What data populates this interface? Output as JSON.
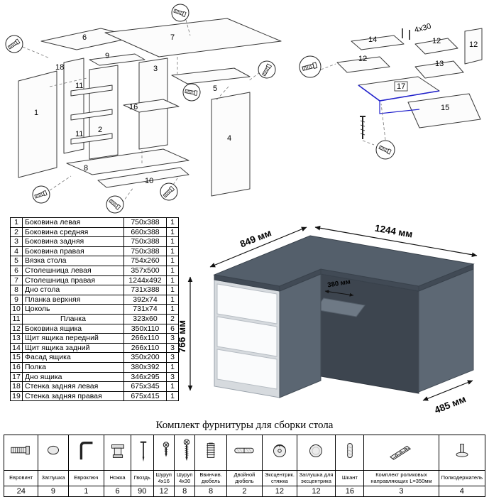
{
  "main_diagram": {
    "labels": {
      "p1": "1",
      "p2": "2",
      "p3": "3",
      "p4": "4",
      "p5": "5",
      "p6": "6",
      "p7": "7",
      "p8": "8",
      "p9": "9",
      "p10": "10",
      "p11a": "11",
      "p11b": "11",
      "p16": "16",
      "p18": "18"
    }
  },
  "drawer_diagram": {
    "labels": {
      "p12a": "12",
      "p12b": "12",
      "p12c": "12",
      "p13": "13",
      "p14": "14",
      "p15": "15",
      "p17": "17"
    },
    "screw_size": "4х30",
    "highlight_color": "#2020cc"
  },
  "desk_render": {
    "dim_return": "849 мм",
    "dim_width": "1244 мм",
    "dim_height": "766 мм",
    "dim_shelf": "380 мм",
    "dim_depth": "485 мм",
    "colors": {
      "top": "#545f6b",
      "side": "#5b6672",
      "drawer": "#fafbfc",
      "interior": "#3d454f"
    }
  },
  "parts_table": {
    "rows": [
      {
        "n": "1",
        "name": "Боковина левая",
        "size": "750x388",
        "qty": "1"
      },
      {
        "n": "2",
        "name": "Боковина средняя",
        "size": "660x388",
        "qty": "1"
      },
      {
        "n": "3",
        "name": "Боковина задняя",
        "size": "750x388",
        "qty": "1"
      },
      {
        "n": "4",
        "name": "Боковина правая",
        "size": "750x388",
        "qty": "1"
      },
      {
        "n": "5",
        "name": "Вязка стола",
        "size": "754x260",
        "qty": "1"
      },
      {
        "n": "6",
        "name": "Столешница левая",
        "size": "357x500",
        "qty": "1"
      },
      {
        "n": "7",
        "name": "Столешница правая",
        "size": "1244x492",
        "qty": "1"
      },
      {
        "n": "8",
        "name": "Дно стола",
        "size": "731x388",
        "qty": "1"
      },
      {
        "n": "9",
        "name": "Планка верхняя",
        "size": "392x74",
        "qty": "1"
      },
      {
        "n": "10",
        "name": "Цоколь",
        "size": "731x74",
        "qty": "1"
      },
      {
        "n": "11",
        "name": "Планка",
        "size": "323x60",
        "qty": "2"
      },
      {
        "n": "12",
        "name": "Боковина ящика",
        "size": "350x110",
        "qty": "6"
      },
      {
        "n": "13",
        "name": "Щит ящика передний",
        "size": "266x110",
        "qty": "3"
      },
      {
        "n": "14",
        "name": "Щит ящика задний",
        "size": "266x110",
        "qty": "3"
      },
      {
        "n": "15",
        "name": "Фасад ящика",
        "size": "350x200",
        "qty": "3"
      },
      {
        "n": "16",
        "name": "Полка",
        "size": "380x392",
        "qty": "1"
      },
      {
        "n": "17",
        "name": "Дно ящика",
        "size": "346x295",
        "qty": "3"
      },
      {
        "n": "18",
        "name": "Стенка задняя левая",
        "size": "675x345",
        "qty": "1"
      },
      {
        "n": "19",
        "name": "Стенка задняя правая",
        "size": "675x415",
        "qty": "1"
      }
    ]
  },
  "hardware": {
    "title": "Комплект фурнитуры для сборки стола",
    "items": [
      {
        "name": "Евровинт",
        "qty": "24",
        "icon": "euroscrew-icon"
      },
      {
        "name": "Заглушка",
        "qty": "9",
        "icon": "cap-icon"
      },
      {
        "name": "Евроключ",
        "qty": "1",
        "icon": "hexkey-icon"
      },
      {
        "name": "Ножка",
        "qty": "6",
        "icon": "leg-icon"
      },
      {
        "name": "Гвоздь",
        "qty": "90",
        "icon": "nail-icon"
      },
      {
        "name": "Шуруп 4х16",
        "qty": "12",
        "icon": "screw-icon"
      },
      {
        "name": "Шуруп 4х30",
        "qty": "8",
        "icon": "screw-icon"
      },
      {
        "name": "Ввинчив. дюбель",
        "qty": "8",
        "icon": "threaded-dowel-icon"
      },
      {
        "name": "Двойной дюбель",
        "qty": "2",
        "icon": "double-dowel-icon"
      },
      {
        "name": "Эксцентрик. стяжка",
        "qty": "12",
        "icon": "cam-lock-icon"
      },
      {
        "name": "Заглушка для эксцентрика",
        "qty": "12",
        "icon": "cam-cap-icon"
      },
      {
        "name": "Шкант",
        "qty": "16",
        "icon": "dowel-icon"
      },
      {
        "name": "Комплект роликовых направляющих L=350мм",
        "qty": "3",
        "icon": "slide-rail-icon"
      },
      {
        "name": "Полкодержатель",
        "qty": "4",
        "icon": "shelf-pin-icon"
      }
    ]
  }
}
